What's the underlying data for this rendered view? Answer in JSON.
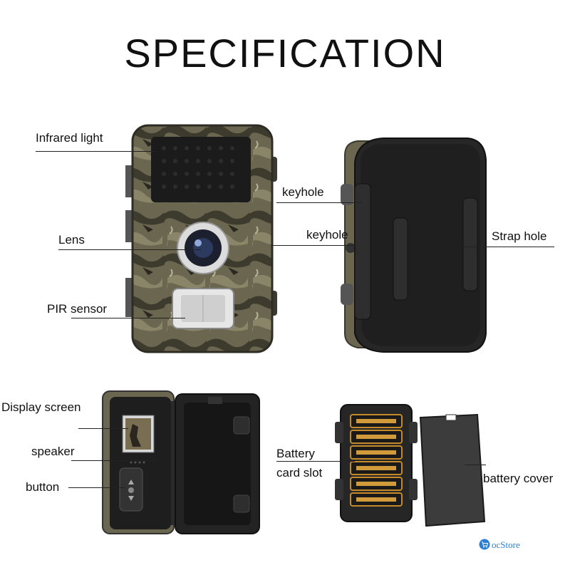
{
  "title": "SPECIFICATION",
  "labels": {
    "infrared_light": "Infrared light",
    "keyhole_top": "keyhole",
    "lens": "Lens",
    "keyhole_mid": "keyhole",
    "strap_hole": "Strap hole",
    "pir_sensor": "PIR sensor",
    "display_screen": "Display screen",
    "speaker": "speaker",
    "button": "button",
    "battery_line1": "Battery",
    "battery_line2": "card slot",
    "battery_cover": "battery cover"
  },
  "brand": {
    "name": "ocStore",
    "icon": "shopping-cart-icon",
    "accent": "#2a7fd4"
  },
  "colors": {
    "camo_base": "#6b6650",
    "camo_dark": "#3a3a2c",
    "housing_black": "#1e1e1e"
  }
}
